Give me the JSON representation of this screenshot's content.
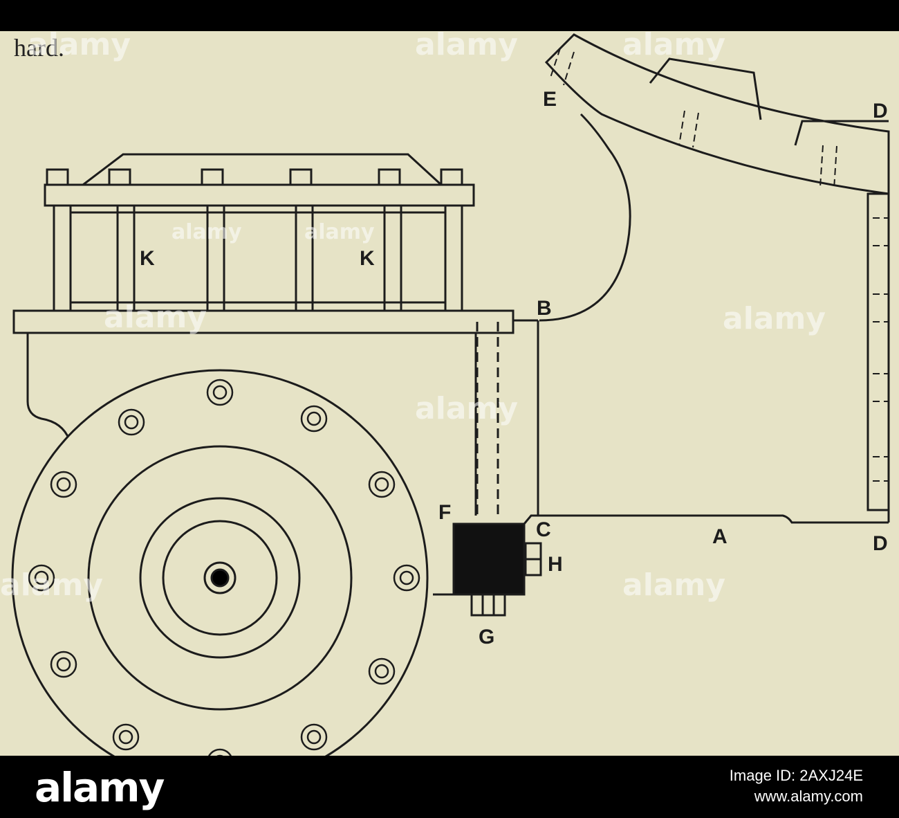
{
  "page_text": {
    "top_fragment": "hard."
  },
  "labels": {
    "a": "A",
    "b": "B",
    "c": "C",
    "d_top": "D",
    "d_bottom": "D",
    "e": "E",
    "f": "F",
    "g": "G",
    "h": "H",
    "k_left": "K",
    "k_right": "K"
  },
  "watermark": {
    "brand": "alamy"
  },
  "footer": {
    "logo": "alamy",
    "image_id_line": "Image ID: 2AXJ24E",
    "url": "www.alamy.com"
  },
  "colors": {
    "paper": "#e6e3c6",
    "ink": "#1c1c1c",
    "footer": "#000000"
  }
}
